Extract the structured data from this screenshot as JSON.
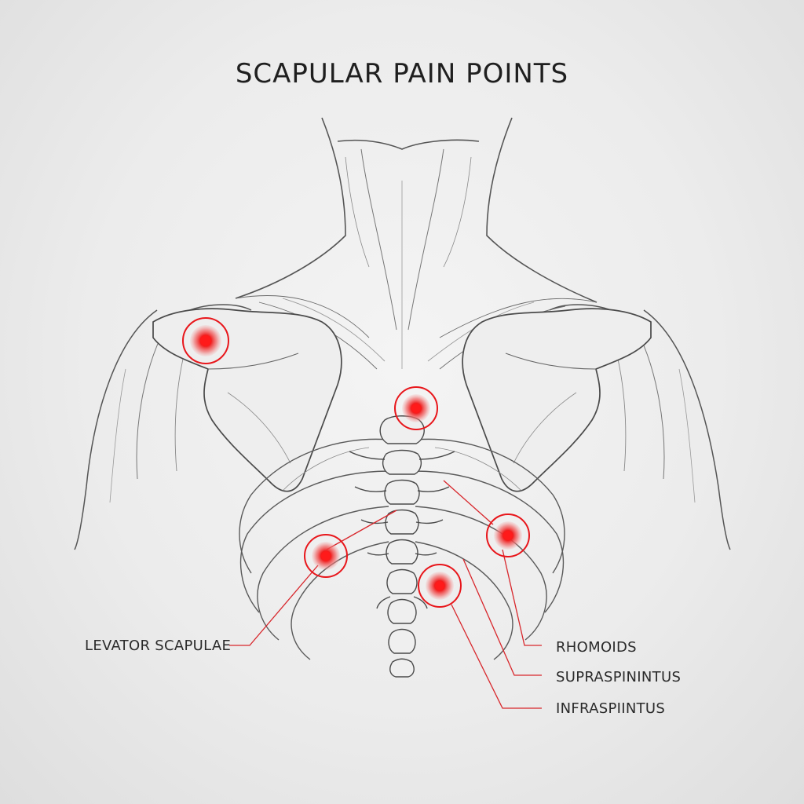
{
  "title": "SCAPULAR PAIN POINTS",
  "labels": {
    "levator_scapulae": "LEVATOR SCAPULAE",
    "rhomoids": "RHOMOIDS",
    "supraspinintus": "SUPRASPININTUS",
    "infraspiintus": "INFRASPIINTUS"
  },
  "colors": {
    "pain_marker": "#e8161b",
    "leader_line": "#d8262b",
    "sketch_line": "#555555"
  },
  "pain_point_count": 5
}
